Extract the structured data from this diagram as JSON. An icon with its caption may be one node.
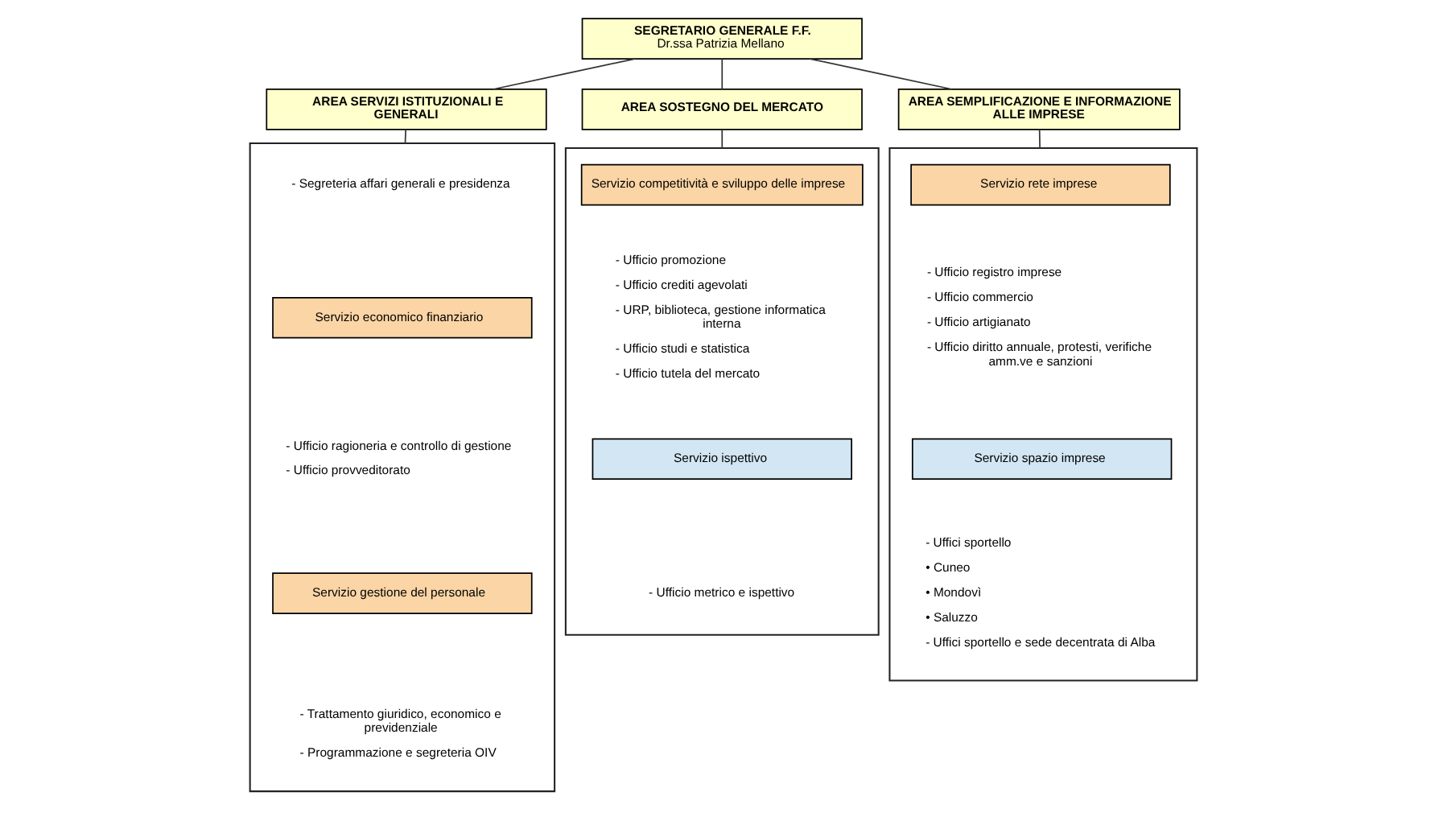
{
  "diagram": {
    "nodes": [
      {
        "text": [
          "SEGRETARIO GENERALE F.F.",
          "Dr.ssa Patrizia Mellano"
        ]
      },
      {
        "text": [
          "AREA SERVIZI ISTITUZIONALI E GENERALI"
        ]
      },
      {
        "text": [
          "AREA SOSTEGNO DEL MERCATO"
        ]
      },
      {
        "text": [
          "AREA SEMPLIFICAZIONE E INFORMAZIONE ALLE IMPRESE"
        ]
      },
      {
        "text": [],
        "shape": "box"
      },
      {
        "text": [],
        "shape": "box"
      },
      {
        "text": [],
        "shape": "box"
      },
      {
        "text": [
          "Servizio economico finanziario"
        ],
        "in": 4
      },
      {
        "text": [
          "Servizio gestione del personale"
        ],
        "in": 4
      },
      {
        "text": [
          "Servizio competitività e sviluppo delle imprese"
        ],
        "in": 5
      },
      {
        "text": [
          "Servizio ispettivo"
        ],
        "in": 5
      },
      {
        "text": [
          "Servizio rete imprese"
        ],
        "in": 6
      },
      {
        "text": [
          "Servizio spazio imprese"
        ],
        "in": 6
      }
    ],
    "edges": [
      {
        "from": 0,
        "to": 1,
        "arrow": "none"
      },
      {
        "from": 0,
        "to": 2,
        "arrow": "none"
      },
      {
        "from": 0,
        "to": 3,
        "arrow": "none"
      },
      {
        "from": 1,
        "to": 4,
        "arrow": "none"
      },
      {
        "from": 2,
        "to": 5,
        "arrow": "none"
      },
      {
        "from": 3,
        "to": 6,
        "arrow": "none"
      }
    ],
    "labels": [
      "- Segreteria affari generali e presidenza",
      "- Ufficio ragioneria e controllo di gestione",
      "- Ufficio provveditorato",
      "- Trattamento giuridico, economico e previdenziale",
      "- Programmazione e segreteria OIV",
      "- Ufficio promozione",
      "- Ufficio crediti agevolati",
      "- URP, biblioteca, gestione informatica interna",
      "- Ufficio studi e statistica",
      "- Ufficio tutela del mercato",
      "- Ufficio metrico e ispettivo",
      "- Ufficio registro imprese",
      "- Ufficio commercio",
      "- Ufficio artigianato",
      "- Ufficio diritto annuale, protesti, verifiche amm.ve e sanzioni",
      "- Uffici sportello",
      "• Cuneo",
      "• Mondovì",
      "• Saluzzo",
      "- Uffici sportello e sede decentrata di Alba"
    ]
  }
}
